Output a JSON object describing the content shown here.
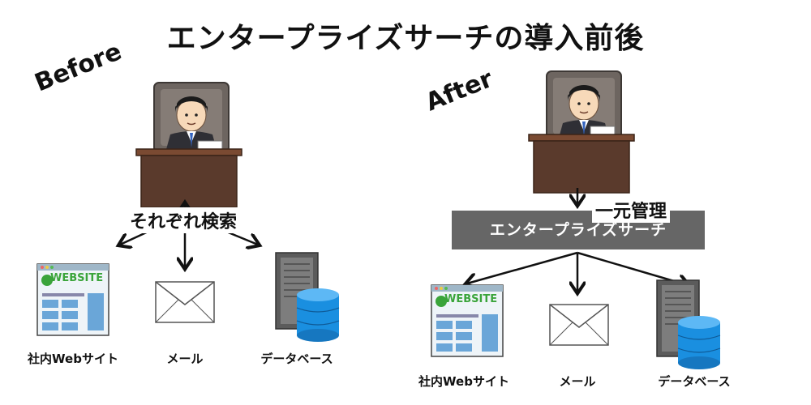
{
  "title": "エンタープライズサーチの導入前後",
  "before": {
    "label": "Before",
    "search_label": "それぞれ検索",
    "items": [
      {
        "caption": "社内Webサイト",
        "icon": "website-icon"
      },
      {
        "caption": "メール",
        "icon": "mail-icon"
      },
      {
        "caption": "データベース",
        "icon": "database-icon"
      }
    ]
  },
  "after": {
    "label": "After",
    "central_label": "一元管理",
    "enterprise_search": "エンタープライズサーチ",
    "items": [
      {
        "caption": "社内Webサイト",
        "icon": "website-icon"
      },
      {
        "caption": "メール",
        "icon": "mail-icon"
      },
      {
        "caption": "データベース",
        "icon": "database-icon"
      }
    ]
  },
  "website_logo": "WEBSITE",
  "colors": {
    "bar": "#666666",
    "desk": "#5a3a2c",
    "db_blue": "#1a8fe0",
    "web_blue": "#6aa6d8",
    "web_green": "#3aa43a"
  }
}
